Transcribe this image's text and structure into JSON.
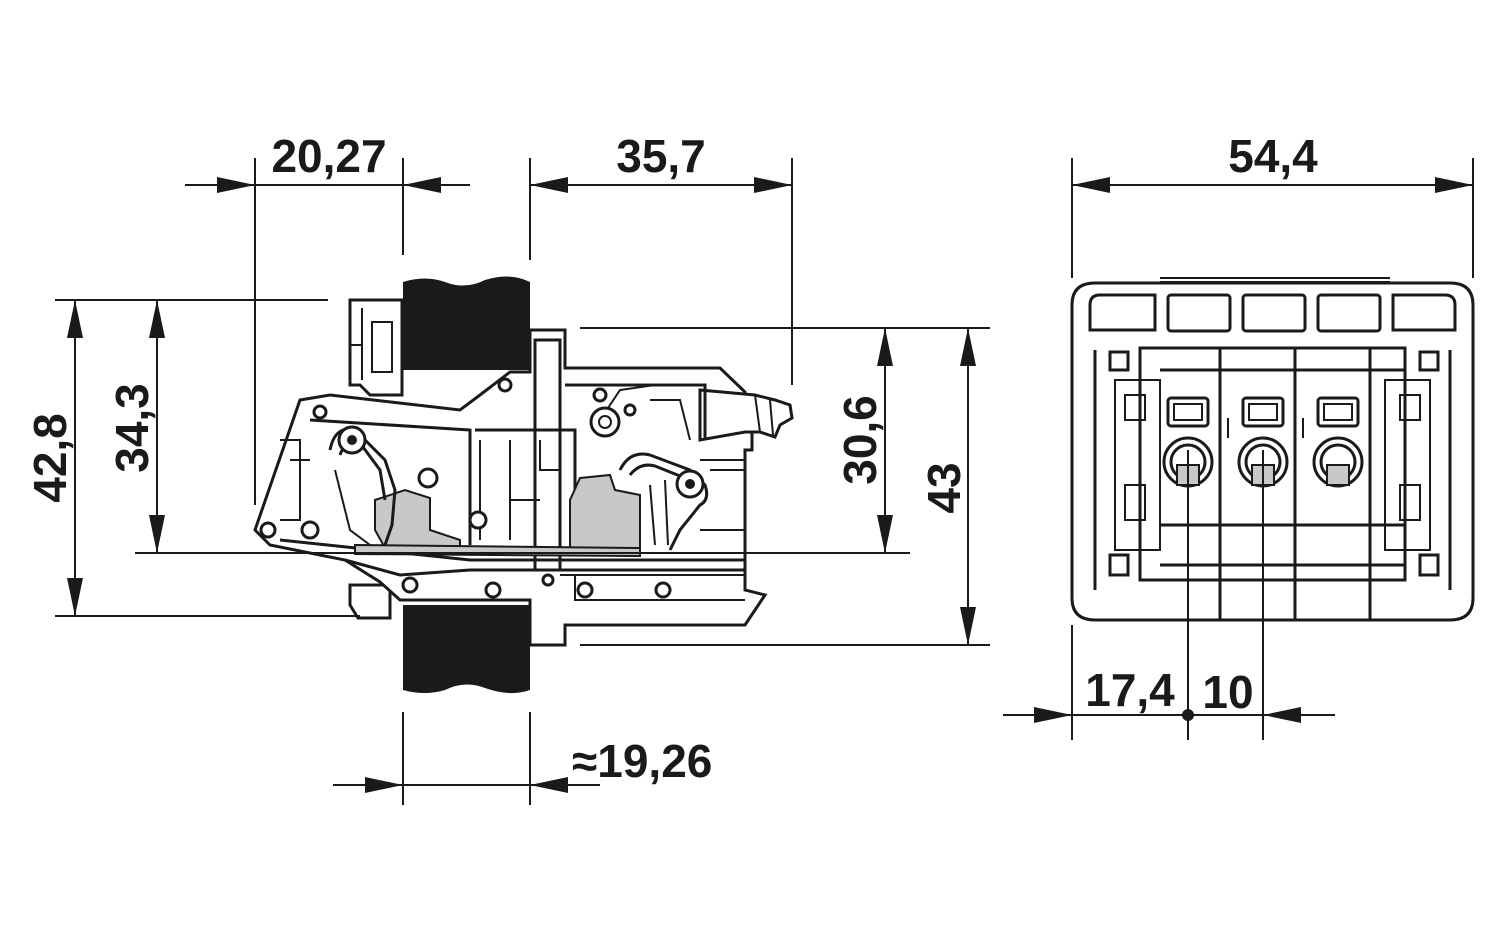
{
  "dimensions": {
    "side_width_left": "20,27",
    "side_width_right": "35,7",
    "height_outer": "42,8",
    "height_inner": "34,3",
    "height_right_inner": "30,6",
    "height_right_outer": "43",
    "bottom_width": "≈19,26",
    "front_width": "54,4",
    "front_offset": "17,4",
    "pitch": "10"
  },
  "colors": {
    "line": "#1a1a1a",
    "fill_gray": "#c8c8c8",
    "background": "#ffffff"
  }
}
